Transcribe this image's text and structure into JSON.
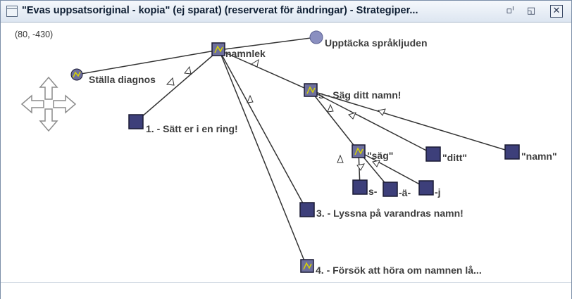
{
  "window": {
    "title": "\"Evas uppsatsoriginal - kopia\" (ej sparat) (reserverat för ändringar) - Strategiper...",
    "buttons": {
      "minimize": "▫ᴵ",
      "maximize": "◱",
      "close": "✕"
    }
  },
  "canvas": {
    "coordinate_readout": "(80, -430)",
    "nodes": {
      "namnlek": "namnlek",
      "upptacka": "Upptäcka språkljuden",
      "stalla": "Ställa diagnos",
      "n1": "1. - Sätt er i en ring!",
      "s": "s - Säg ditt namn!",
      "sag": "\"säg\"",
      "ditt": "\"ditt\"",
      "namn": "\"namn\"",
      "s_letter": "s-",
      "a_letter": "-ä-",
      "j_letter": "-j",
      "n3": "3. - Lyssna på varandras namn!",
      "n4": "4. - Försök att höra om namnen lå..."
    }
  },
  "colors": {
    "node_fill": "#3d3f7a",
    "node_border": "#1a1a33",
    "edge": "#333333",
    "circle": "#8a8fc0"
  }
}
